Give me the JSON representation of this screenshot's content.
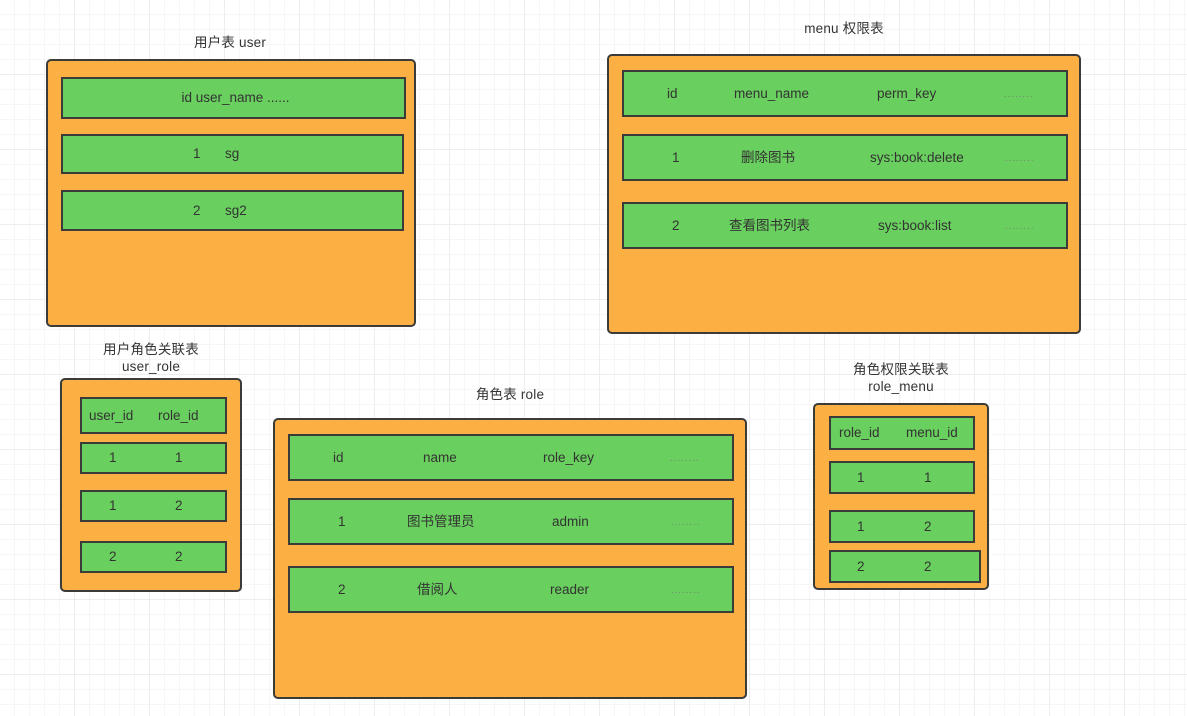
{
  "diagram": {
    "title_color": "#333333",
    "box_fill": "#fcaf42",
    "row_fill": "#69cf5e",
    "border_color": "#3b3b39",
    "grid_color": "#ededed",
    "background": "#ffffff"
  },
  "tables": {
    "user": {
      "title_line1": "用户表  user",
      "header": {
        "c1": "id user_name ......"
      },
      "rows": [
        {
          "c1": "1",
          "c2": "sg"
        },
        {
          "c1": "2",
          "c2": "sg2"
        }
      ]
    },
    "menu": {
      "title_line1": "menu 权限表",
      "header": {
        "c1": "id",
        "c2": "menu_name",
        "c3": "perm_key",
        "c4": "........"
      },
      "rows": [
        {
          "c1": "1",
          "c2": "删除图书",
          "c3": "sys:book:delete",
          "c4": "........"
        },
        {
          "c1": "2",
          "c2": "查看图书列表",
          "c3": "sys:book:list",
          "c4": "........"
        }
      ]
    },
    "user_role": {
      "title_line1": "用户角色关联表",
      "title_line2": "user_role",
      "header": {
        "c1": "user_id",
        "c2": "role_id"
      },
      "rows": [
        {
          "c1": "1",
          "c2": "1"
        },
        {
          "c1": "1",
          "c2": "2"
        },
        {
          "c1": "2",
          "c2": "2"
        }
      ]
    },
    "role": {
      "title_line1": "角色表  role",
      "header": {
        "c1": "id",
        "c2": "name",
        "c3": "role_key",
        "c4": "........"
      },
      "rows": [
        {
          "c1": "1",
          "c2": "图书管理员",
          "c3": "admin",
          "c4": "........"
        },
        {
          "c1": "2",
          "c2": "借阅人",
          "c3": "reader",
          "c4": "........"
        }
      ]
    },
    "role_menu": {
      "title_line1": "角色权限关联表",
      "title_line2": "role_menu",
      "header": {
        "c1": "role_id",
        "c2": "menu_id"
      },
      "rows": [
        {
          "c1": "1",
          "c2": "1"
        },
        {
          "c1": "1",
          "c2": "2"
        },
        {
          "c1": "2",
          "c2": "2"
        }
      ]
    }
  }
}
